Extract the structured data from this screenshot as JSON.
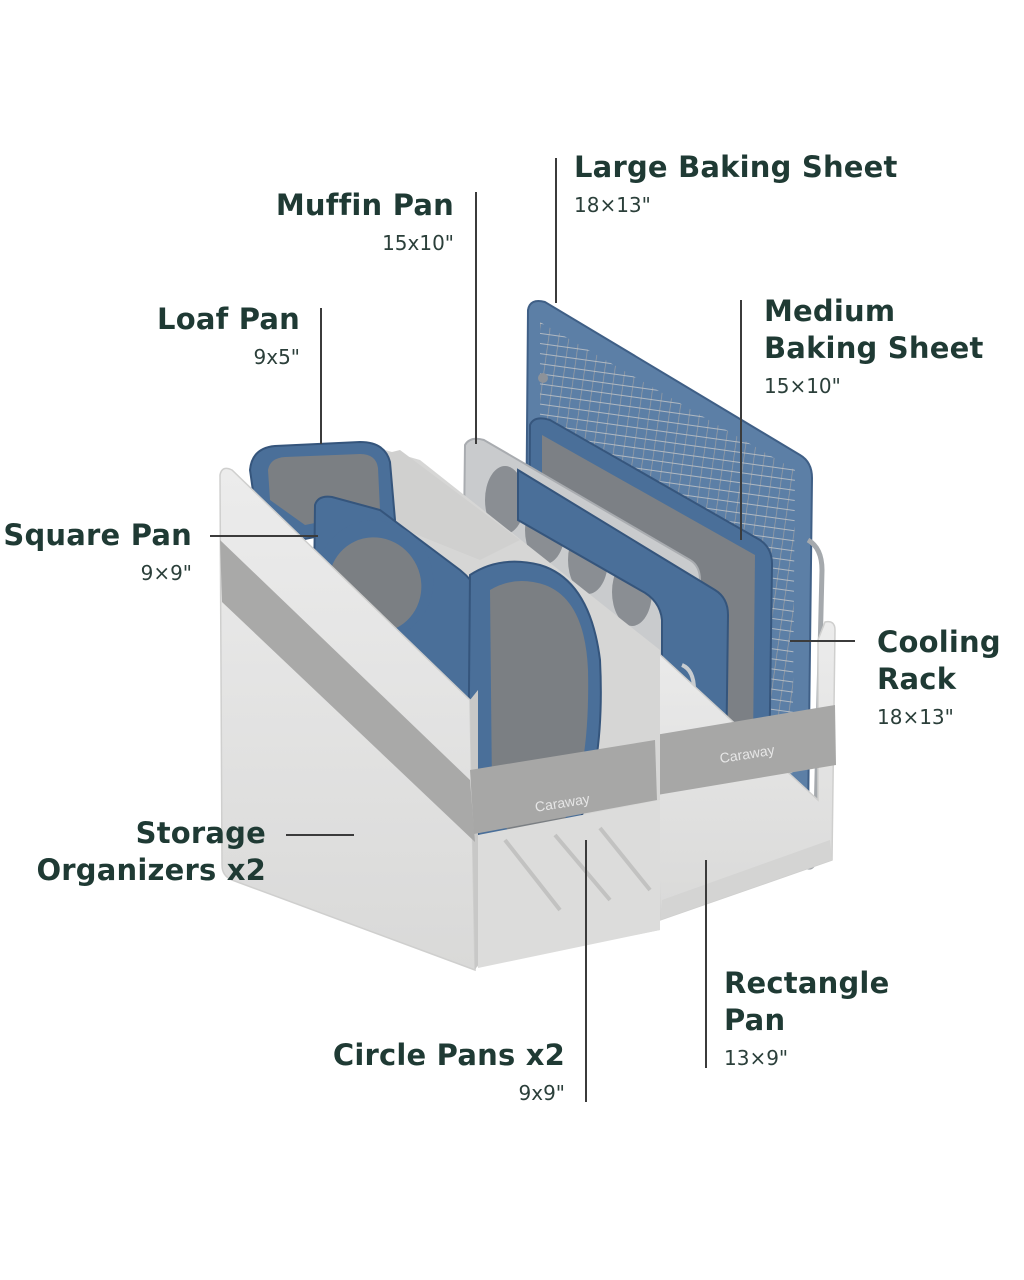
{
  "labels": {
    "large_baking_sheet": {
      "title": "Large Baking Sheet",
      "dims": "18×13\""
    },
    "muffin_pan": {
      "title": "Muffin Pan",
      "dims": "15x10\""
    },
    "loaf_pan": {
      "title": "Loaf Pan",
      "dims": "9x5\""
    },
    "medium_baking_sheet": {
      "title_line1": "Medium",
      "title_line2": "Baking Sheet",
      "dims": "15×10\""
    },
    "square_pan": {
      "title": "Square Pan",
      "dims": "9×9\""
    },
    "cooling_rack": {
      "title_line1": "Cooling",
      "title_line2": "Rack",
      "dims": "18×13\""
    },
    "storage_organizers": {
      "title_line1": "Storage",
      "title_line2": "Organizers x2"
    },
    "rectangle_pan": {
      "title_line1": "Rectangle",
      "title_line2": "Pan",
      "dims": "13×9\""
    },
    "circle_pans": {
      "title": "Circle Pans x2",
      "dims": "9x9\""
    }
  },
  "brand": "Caraway",
  "colors": {
    "label_text": "#1f3a34",
    "pan_blue": "#4a6f99",
    "pan_inner": "#7b7f83",
    "organizer": "#e2e2e1",
    "strap": "#a8a8a8"
  }
}
